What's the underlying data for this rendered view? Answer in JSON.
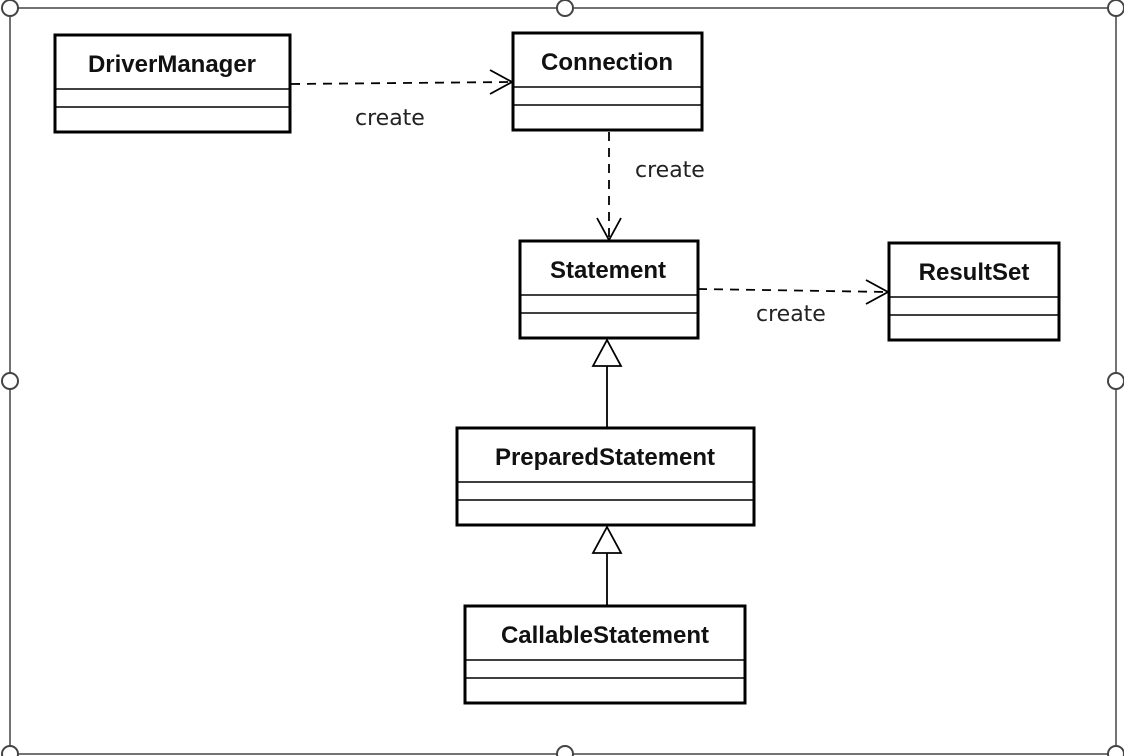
{
  "diagram": {
    "classes": {
      "driver_manager": "DriverManager",
      "connection": "Connection",
      "statement": "Statement",
      "result_set": "ResultSet",
      "prepared_statement": "PreparedStatement",
      "callable_statement": "CallableStatement"
    },
    "relations": {
      "driver_manager_to_connection": "create",
      "connection_to_statement": "create",
      "statement_to_result_set": "create"
    }
  }
}
